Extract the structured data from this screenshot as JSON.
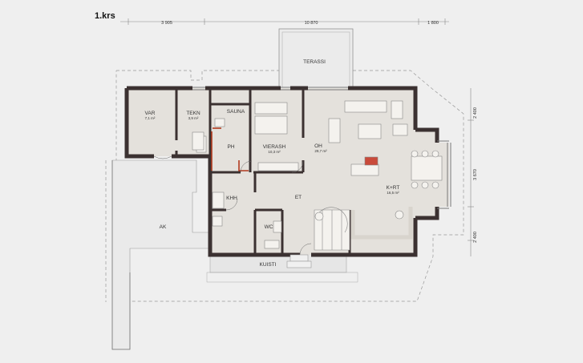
{
  "floor": {
    "title": "1.krs"
  },
  "dimensions": {
    "top": [
      "3 905",
      "10 870",
      "1 800"
    ],
    "right": [
      "2 400",
      "3 670",
      "2 400"
    ]
  },
  "rooms": {
    "var": {
      "name": "VAR",
      "area": "7,1 m²"
    },
    "tekn": {
      "name": "TEKN",
      "area": "3,9 m²"
    },
    "sauna": {
      "name": "SAUNA"
    },
    "ph": {
      "name": "PH"
    },
    "vierash": {
      "name": "VIERASH",
      "area": "10,3 m²"
    },
    "oh": {
      "name": "OH",
      "area": "29,7 m²"
    },
    "krt": {
      "name": "K+RT",
      "area": "16,5 m²"
    },
    "khh": {
      "name": "KHH"
    },
    "et": {
      "name": "ET"
    },
    "wc": {
      "name": "WC"
    },
    "ak": {
      "name": "AK"
    },
    "terassi": {
      "name": "TERASSI"
    },
    "kuisti": {
      "name": "KUISTI"
    }
  },
  "colors": {
    "background": "#efefef",
    "wall": "#3b3131",
    "floor": "#e4e1dc",
    "sauna_wall": "#b23a1e"
  }
}
